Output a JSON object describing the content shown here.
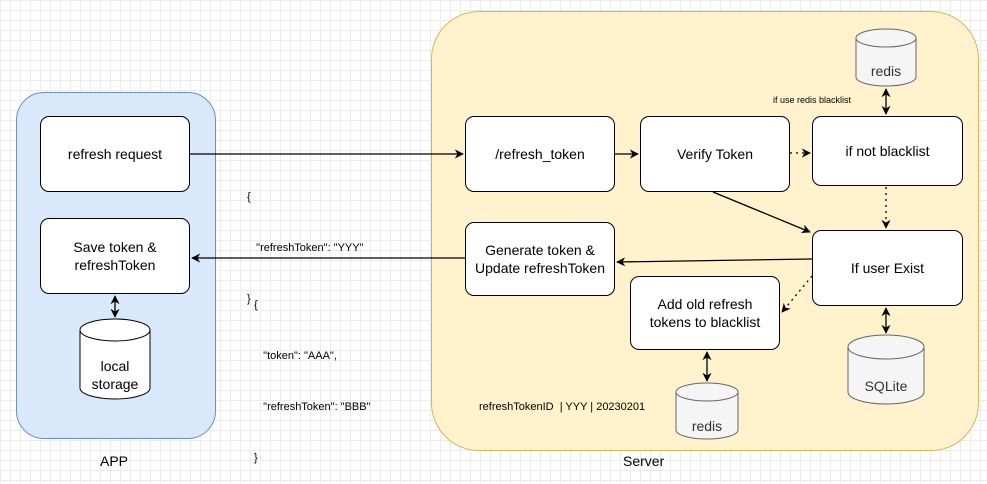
{
  "regions": {
    "app": {
      "label": "APP"
    },
    "server": {
      "label": "Server"
    }
  },
  "nodes": {
    "refresh_request": "refresh request",
    "save_token": "Save token &\nrefreshToken",
    "refresh_token_endpoint": "/refresh_token",
    "verify_token": "Verify Token",
    "if_not_blacklist": "if not blacklist",
    "if_user_exist": "If user Exist",
    "generate_token": "Generate token &\nUpdate refreshToken",
    "add_old_refresh": "Add old refresh\ntokens to blacklist"
  },
  "stores": {
    "local_storage": "local\nstorage",
    "redis_top": "redis",
    "redis_bottom": "redis",
    "sqlite": "SQLite"
  },
  "labels": {
    "request_payload": [
      "{",
      "   \"refreshToken\": \"YYY\"",
      "}"
    ],
    "response_payload": [
      "{",
      "   \"token\": \"AAA\",",
      "   \"refreshToken\": \"BBB\"",
      "}"
    ],
    "redis_blacklist_note": "if use redis blacklist",
    "redis_key_format": "refreshTokenID  | YYY | 20230201"
  },
  "colors": {
    "app_fill": "#dae8fc",
    "app_stroke": "#6c8ebf",
    "server_fill": "#fff2cc",
    "server_stroke": "#d6b656",
    "datastore_fill": "#f5f5f5",
    "datastore_stroke": "#666666"
  }
}
